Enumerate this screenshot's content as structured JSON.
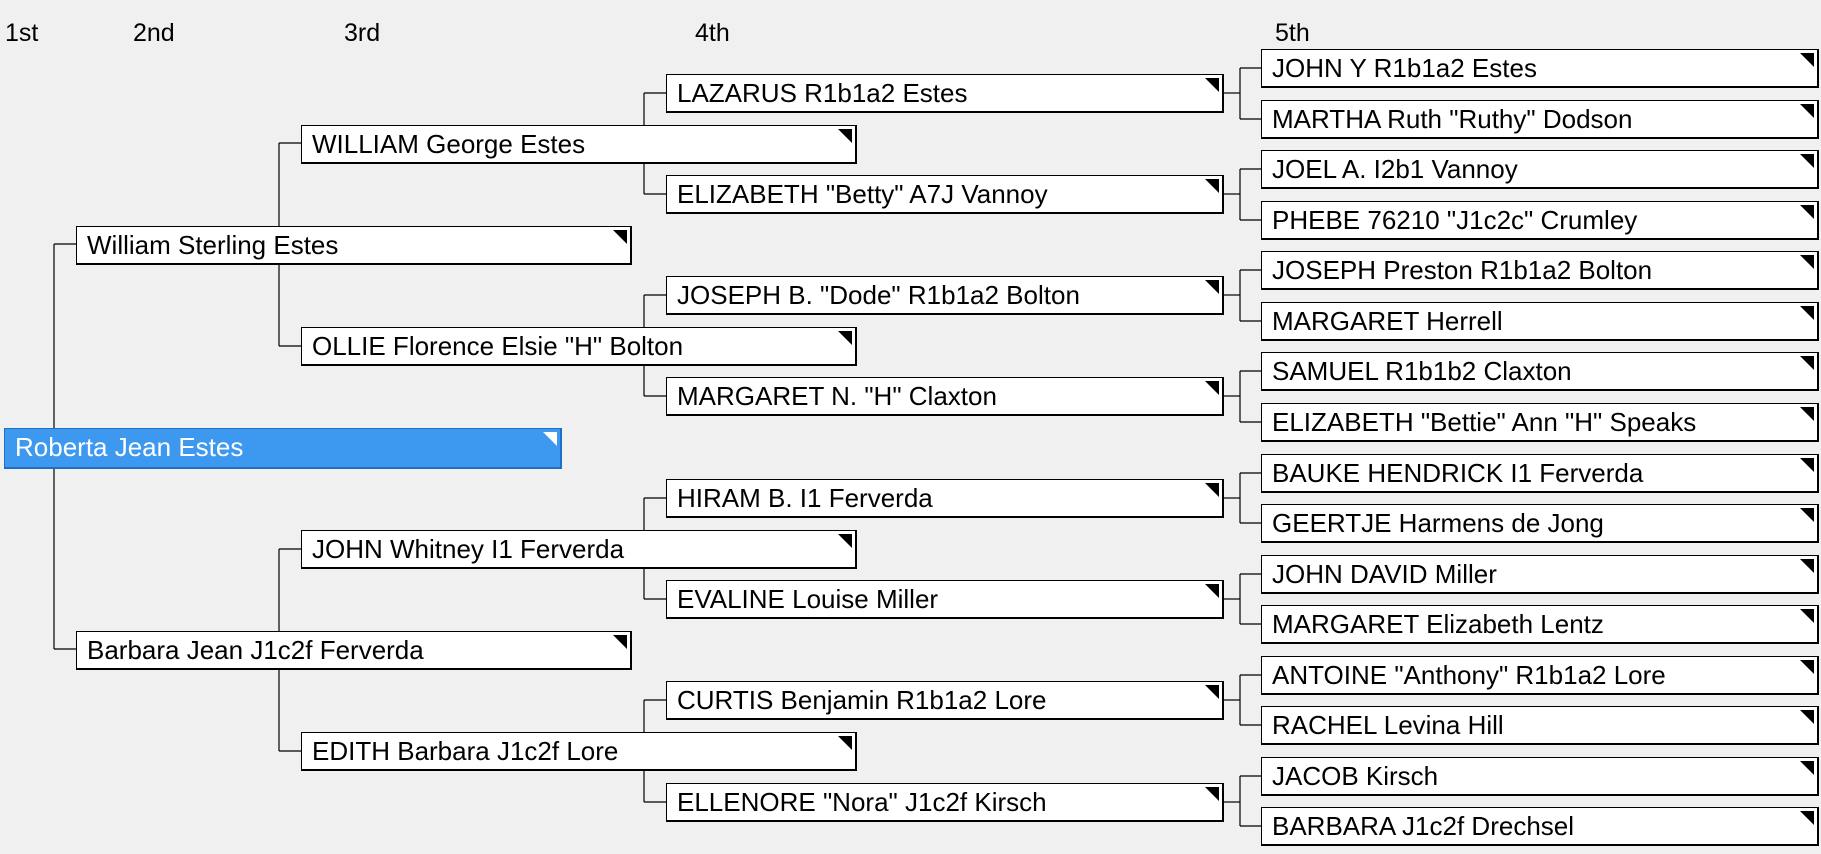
{
  "headers": {
    "g1": "1st",
    "g2": "2nd",
    "g3": "3rd",
    "g4": "4th",
    "g5": "5th"
  },
  "colors": {
    "selected": "#3d99f0",
    "box": "#ffffff",
    "background": "#f0f0f0"
  },
  "gen1": {
    "name": "Roberta Jean Estes",
    "selected": true
  },
  "gen2": [
    "William Sterling Estes",
    "Barbara Jean J1c2f Ferverda"
  ],
  "gen3": [
    "WILLIAM George Estes",
    "OLLIE Florence Elsie \"H\" Bolton",
    "JOHN Whitney I1 Ferverda",
    "EDITH Barbara J1c2f Lore"
  ],
  "gen4": [
    "LAZARUS R1b1a2 Estes",
    "ELIZABETH \"Betty\" A7J Vannoy",
    "JOSEPH B. \"Dode\" R1b1a2 Bolton",
    "MARGARET N. \"H\" Claxton",
    "HIRAM B. I1 Ferverda",
    "EVALINE Louise Miller",
    "CURTIS Benjamin R1b1a2 Lore",
    "ELLENORE \"Nora\" J1c2f Kirsch"
  ],
  "gen5": [
    "JOHN Y R1b1a2 Estes",
    "MARTHA Ruth \"Ruthy\" Dodson",
    "JOEL A. I2b1 Vannoy",
    "PHEBE 76210 \"J1c2c\" Crumley",
    "JOSEPH Preston R1b1a2 Bolton",
    "MARGARET Herrell",
    "SAMUEL R1b1b2 Claxton",
    "ELIZABETH \"Bettie\" Ann \"H\" Speaks",
    "BAUKE HENDRICK I1 Ferverda",
    "GEERTJE Harmens de Jong",
    "JOHN DAVID Miller",
    "MARGARET Elizabeth Lentz",
    "ANTOINE \"Anthony\" R1b1a2 Lore",
    "RACHEL Levina Hill",
    "JACOB Kirsch",
    "BARBARA J1c2f Drechsel"
  ]
}
